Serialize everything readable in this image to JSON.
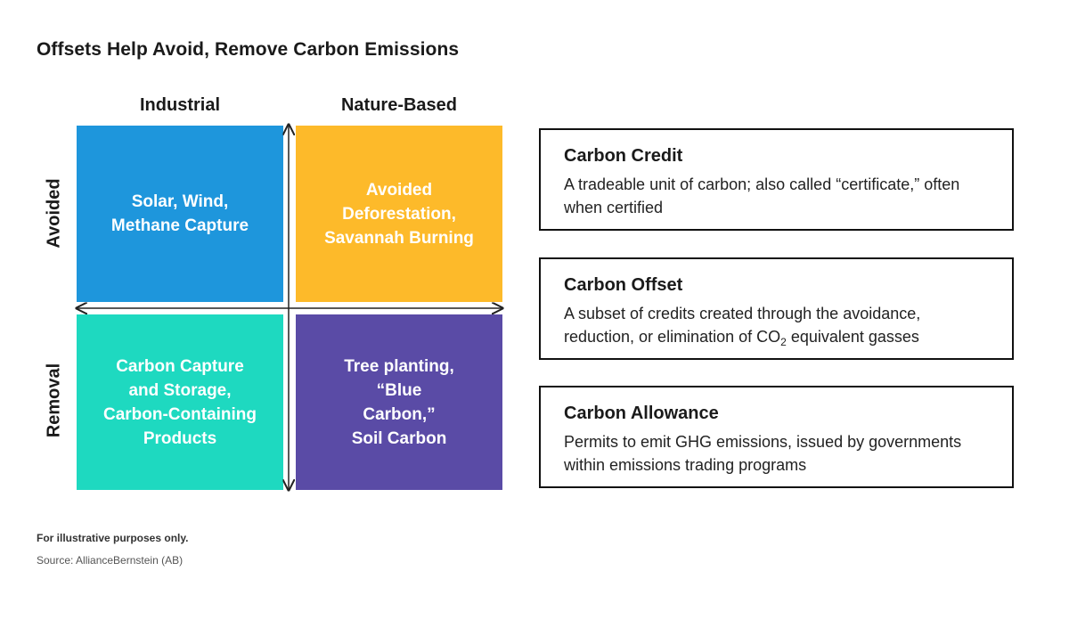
{
  "title": "Offsets Help Avoid, Remove Carbon Emissions",
  "matrix": {
    "columns": [
      "Industrial",
      "Nature-Based"
    ],
    "rows": [
      "Avoided",
      "Removal"
    ],
    "cells": {
      "avoided_industrial": "Solar, Wind,\nMethane Capture",
      "avoided_nature": "Avoided\nDeforestation,\nSavannah Burning",
      "removal_industrial": "Carbon Capture\nand Storage,\nCarbon-Containing\nProducts",
      "removal_nature": "Tree planting,\n“Blue\nCarbon,”\nSoil Carbon"
    },
    "colors": {
      "avoided_industrial": "#1E96DC",
      "avoided_nature": "#FDBA2A",
      "removal_industrial": "#1ED9C0",
      "removal_nature": "#5A4BA6"
    }
  },
  "definitions": [
    {
      "term": "Carbon Credit",
      "desc": "A tradeable unit of carbon; also called “certificate,” often when certified"
    },
    {
      "term": "Carbon Offset",
      "desc_pre": "A subset of credits created through the avoidance, reduction, or elimination of CO",
      "desc_sub": "2",
      "desc_post": " equivalent gasses"
    },
    {
      "term": "Carbon Allowance",
      "desc": "Permits to emit GHG emissions, issued by governments within emissions trading programs"
    }
  ],
  "footnote": "For illustrative purposes only.",
  "source": "Source: AllianceBernstein (AB)"
}
